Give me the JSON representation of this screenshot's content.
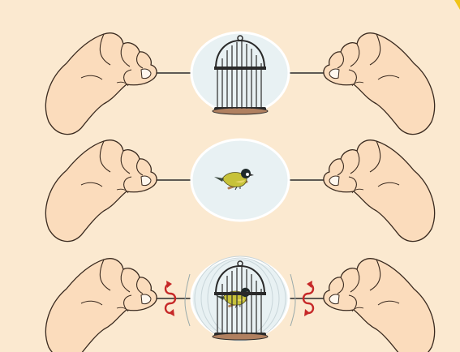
{
  "colors": {
    "background": "#fbe9d0",
    "skin": "#fbdcbc",
    "skin_outline": "#3a2a1f",
    "disc": "#e8f1f3",
    "disc_edge": "#ffffff",
    "string": "#2b2b2b",
    "cage": "#2a2a2a",
    "cage_floor": "#b08060",
    "bird_body": "#c7c239",
    "bird_belly": "#e8d66a",
    "bird_head": "#1f2a2a",
    "perch": "#b07f52",
    "rotation_arrow": "#c62828",
    "corner_accent": "#f0c419"
  },
  "icons": [
    "left-hand-icon",
    "right-hand-icon",
    "bird-cage-icon",
    "bird-icon",
    "rotation-arrow-icon"
  ],
  "panels": [
    {
      "id": "cage-side",
      "shows": "cage",
      "spinning": false
    },
    {
      "id": "bird-side",
      "shows": "bird",
      "spinning": false
    },
    {
      "id": "spinning-toy",
      "shows": "bird-in-cage",
      "spinning": true
    }
  ]
}
